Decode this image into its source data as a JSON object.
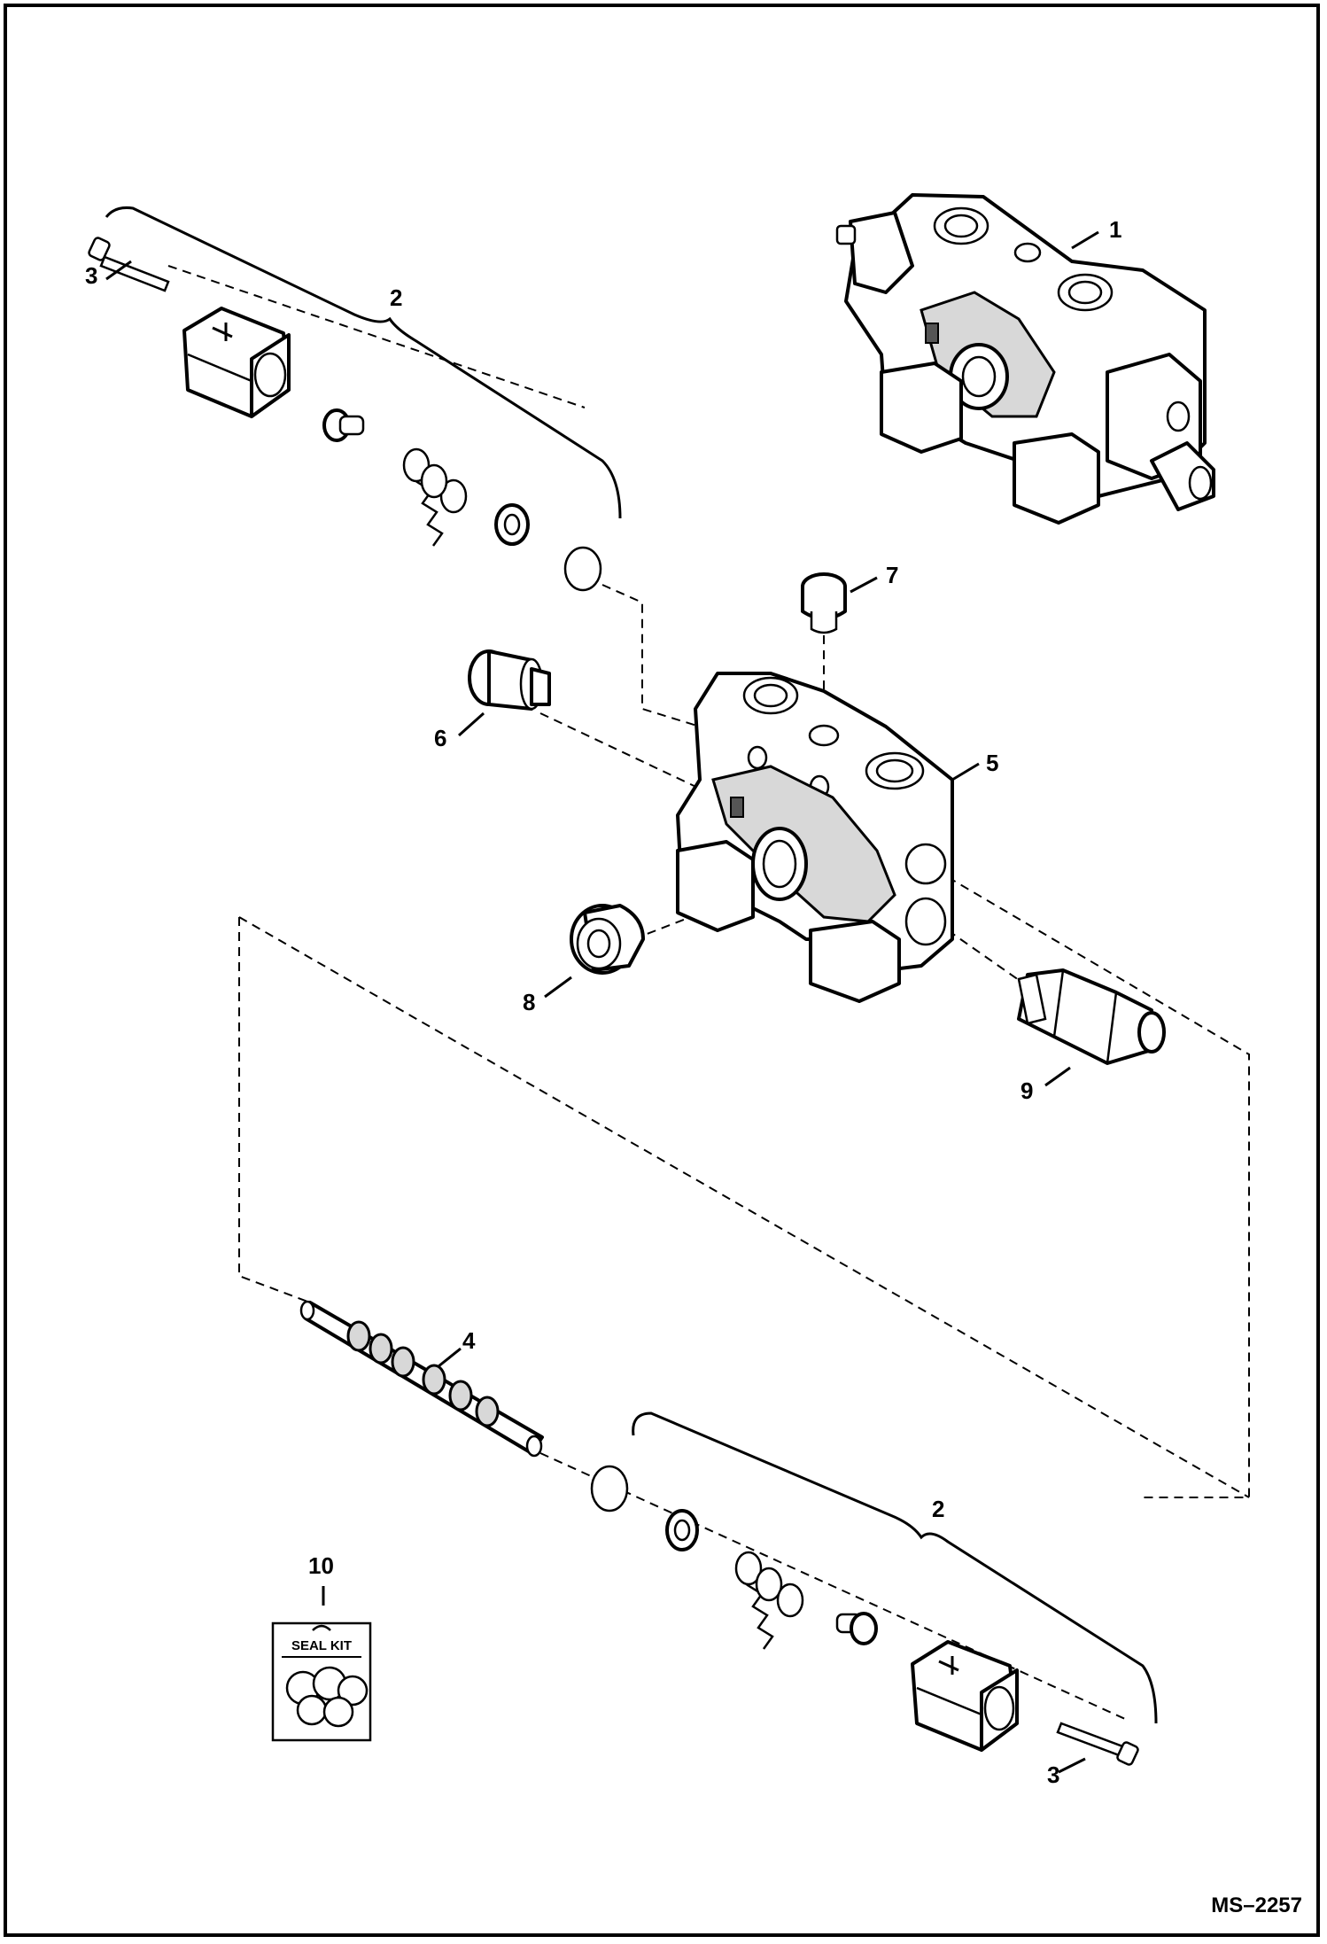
{
  "callouts": {
    "c1": "1",
    "c2_top": "2",
    "c2_bottom": "2",
    "c3_top": "3",
    "c3_bottom": "3",
    "c4": "4",
    "c5": "5",
    "c6": "6",
    "c7": "7",
    "c8": "8",
    "c9": "9",
    "c10": "10"
  },
  "seal_kit_label": "SEAL KIT",
  "document_code": "MS–2257",
  "colors": {
    "line": "#000000",
    "background": "#ffffff",
    "shade": "#d8d8d8"
  }
}
